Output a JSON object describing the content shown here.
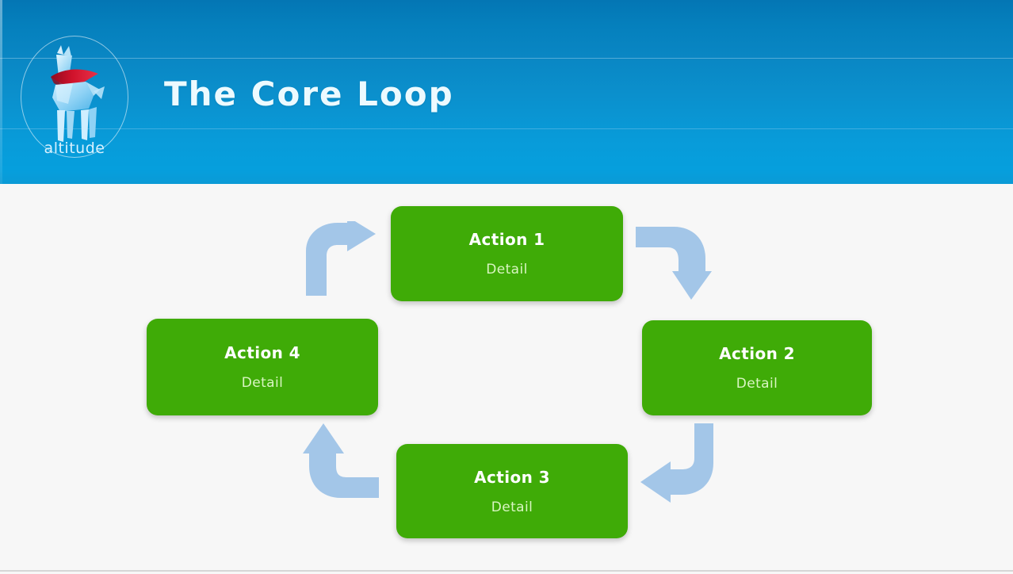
{
  "slide": {
    "title": "The Core Loop",
    "background_color": "#f7f7f7",
    "header_color": "#0a90cd",
    "accent_green": "#3fab07",
    "arrow_color": "#a3c6e8"
  },
  "logo": {
    "wordmark": "altitude",
    "icon_name": "origami-llama-icon",
    "cape_color": "#d0122b",
    "body_color": "#9fd8f5"
  },
  "diagram": {
    "type": "cycle",
    "nodes": [
      {
        "id": "node-1",
        "title": "Action 1",
        "detail": "Detail"
      },
      {
        "id": "node-2",
        "title": "Action 2",
        "detail": "Detail"
      },
      {
        "id": "node-3",
        "title": "Action 3",
        "detail": "Detail"
      },
      {
        "id": "node-4",
        "title": "Action 4",
        "detail": "Detail"
      }
    ],
    "arrows": [
      {
        "id": "arrow-1to2",
        "from": "Action 1",
        "to": "Action 2",
        "direction": "down"
      },
      {
        "id": "arrow-2to3",
        "from": "Action 2",
        "to": "Action 3",
        "direction": "left"
      },
      {
        "id": "arrow-3to4",
        "from": "Action 3",
        "to": "Action 4",
        "direction": "up"
      },
      {
        "id": "arrow-4to1",
        "from": "Action 4",
        "to": "Action 1",
        "direction": "right"
      }
    ]
  }
}
